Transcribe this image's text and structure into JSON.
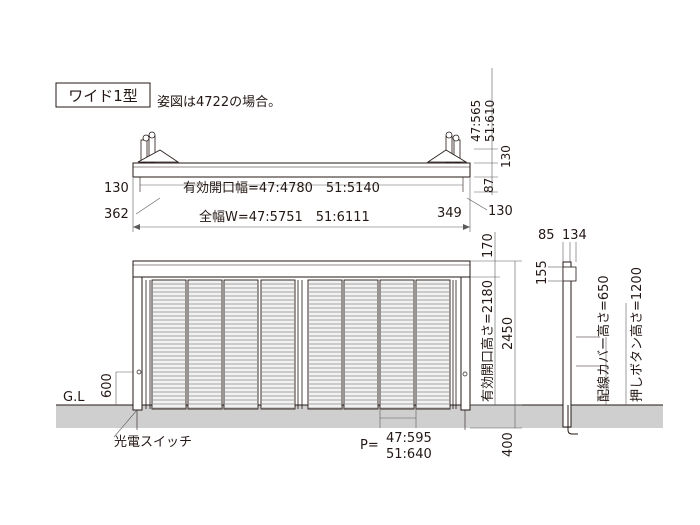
{
  "header": {
    "model_label": "ワイド1型",
    "note": "姿図は4722の場合。"
  },
  "top_view": {
    "height_top_a": "47:565",
    "height_top_b": "51:610",
    "dim_130_right": "130",
    "dim_87": "87",
    "dim_130_left": "130",
    "opening_width": "有効開口幅=47:4780　51:5140",
    "dim_362": "362",
    "total_width": "全幅W=47:5751　51:6111",
    "dim_349": "349",
    "dim_130_bottom_right": "130"
  },
  "front_view": {
    "dim_170": "170",
    "opening_height": "有効開口高さ=2180",
    "total_height": "2450",
    "dim_600": "600",
    "ground_label": "G.L",
    "photo_switch": "光電スイッチ",
    "pitch_prefix": "P=",
    "pitch_a": "47:595",
    "pitch_b": "51:640",
    "dim_400": "400"
  },
  "side_view": {
    "dim_85": "85",
    "dim_134": "134",
    "dim_155": "155",
    "cable_cover_height": "配線カバー高さ=650",
    "push_button_height": "押しボタン高さ=1200"
  },
  "colors": {
    "line": "#231815",
    "ground": "#cfcfcf",
    "slat_fill": "#f2f2f2"
  }
}
